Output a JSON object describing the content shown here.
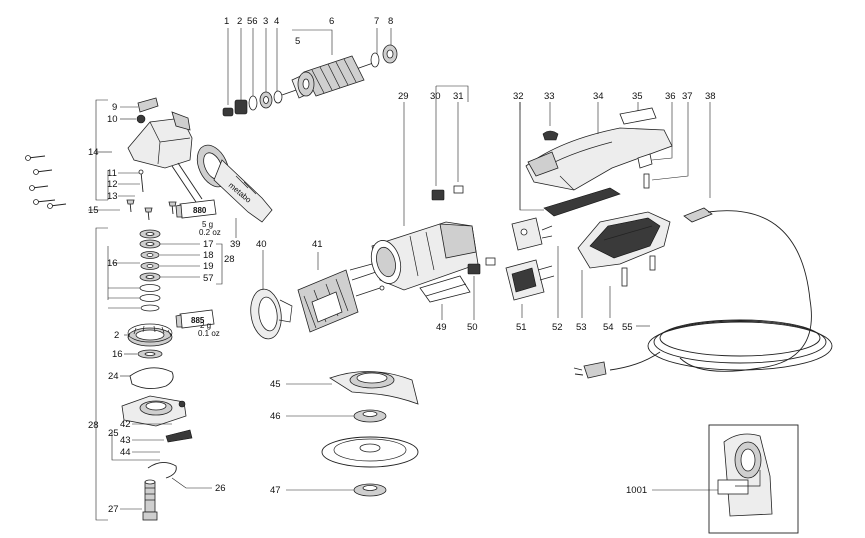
{
  "part_labels": {
    "p1": "1",
    "p2": "2",
    "p56": "56",
    "p3": "3",
    "p4": "4",
    "p6": "6",
    "p5": "5",
    "p7": "7",
    "p8": "8",
    "p29": "29",
    "p30": "30",
    "p31": "31",
    "p32": "32",
    "p33": "33",
    "p34": "34",
    "p35": "35",
    "p36": "36",
    "p37": "37",
    "p38": "38",
    "p9": "9",
    "p10": "10",
    "p14": "14",
    "p11": "11",
    "p12": "12",
    "p13": "13",
    "p15": "15",
    "p39": "39",
    "p40": "40",
    "p41": "41",
    "p16": "16",
    "p17": "17",
    "p18": "18",
    "p19": "19",
    "p28": "28",
    "p57": "57",
    "p2b": "2",
    "p16b": "16",
    "p24": "24",
    "p42": "42",
    "p25": "25",
    "p43": "43",
    "p44": "44",
    "p26": "26",
    "p28b": "28",
    "p27": "27",
    "p45": "45",
    "p46": "46",
    "p47": "47",
    "p49": "49",
    "p50": "50",
    "p51": "51",
    "p52": "52",
    "p53": "53",
    "p54": "54",
    "p55": "55",
    "p1001": "1001"
  },
  "grease_tubes": {
    "tube1_label": "880",
    "tube1_amount_1": "5 g",
    "tube1_amount_2": "0.2 oz",
    "tube2_label": "885",
    "tube2_amount_1": "2 g",
    "tube2_amount_2": "0.1 oz"
  },
  "colors": {
    "ink": "#222222",
    "part_fill": "#cfcfcf",
    "background": "#ffffff"
  }
}
